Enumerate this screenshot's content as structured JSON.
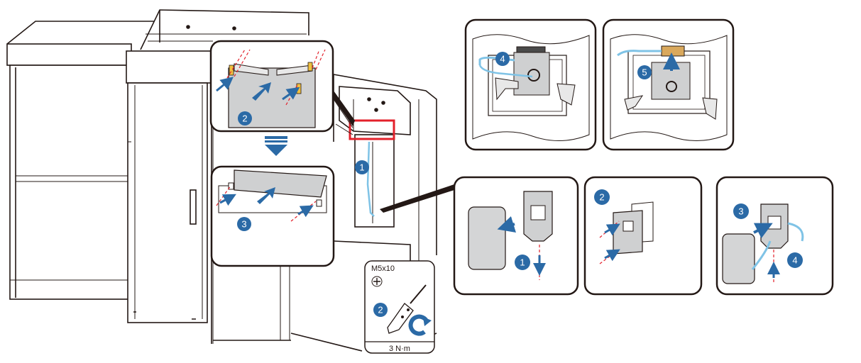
{
  "screw_spec": "M5x10",
  "torque": "3 N·m",
  "main_steps": [
    "1",
    "2",
    "3"
  ],
  "tool_step": "2",
  "cable_steps": [
    "4",
    "5"
  ],
  "bracket_steps": [
    "1",
    "2",
    "3",
    "4"
  ],
  "colors": {
    "callout": "#2b6aa6",
    "arrow": "#2b6aa6",
    "cable": "#7fc3e6",
    "highlight": "#e3212b",
    "line": "#231815",
    "panel": "#cfd0d1"
  },
  "icons": [
    "cross-screw-icon",
    "screwdriver-icon",
    "clockwise-arrow-icon",
    "down-arrow-icon"
  ]
}
